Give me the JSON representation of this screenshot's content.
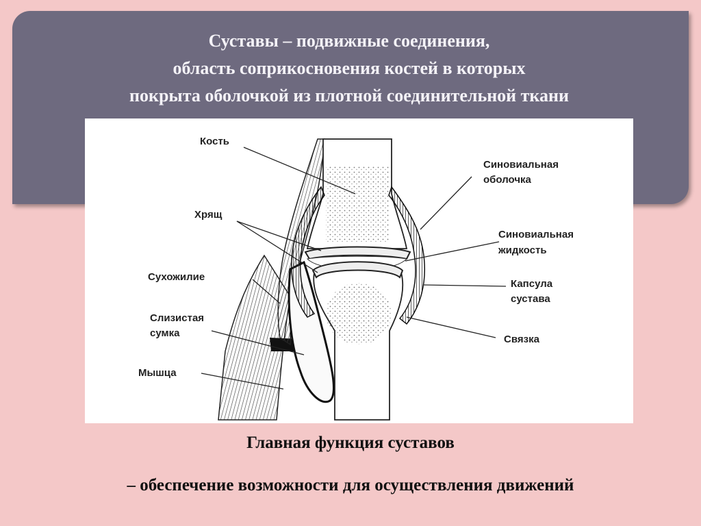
{
  "header": {
    "line1": "Суставы – подвижные соединения,",
    "line2": "область соприкосновения костей в которых",
    "line3": "покрыта оболочкой из плотной соединительной ткани"
  },
  "diagram": {
    "labels": {
      "bone": "Кость",
      "cartilage": "Хрящ",
      "tendon": "Сухожилие",
      "bursa_line1": "Слизистая",
      "bursa_line2": "сумка",
      "muscle": "Мышца",
      "synovial_membrane_line1": "Синовиальная",
      "synovial_membrane_line2": "оболочка",
      "synovial_fluid_line1": "Синовиальная",
      "synovial_fluid_line2": "жидкость",
      "capsule_line1": "Капсула",
      "capsule_line2": "сустава",
      "ligament": "Связка"
    }
  },
  "footer": {
    "caption_main": "Главная функция суставов",
    "caption_sub": "– обеспечение возможности для осуществления движений"
  }
}
